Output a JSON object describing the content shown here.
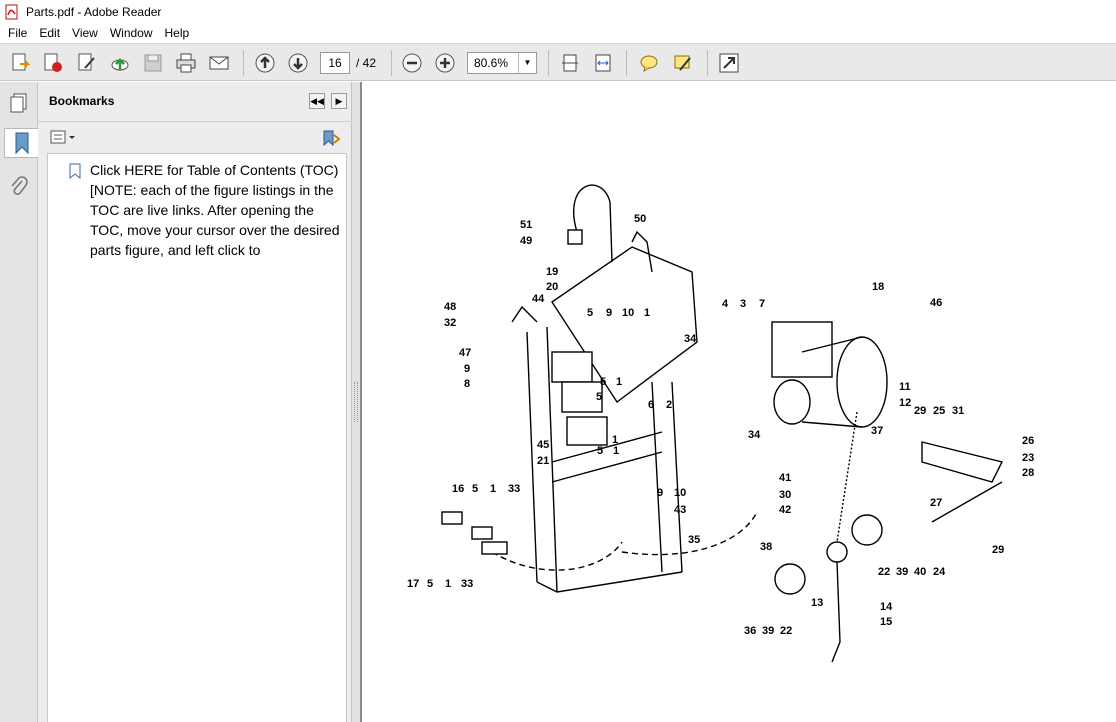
{
  "window": {
    "title": "Parts.pdf - Adobe Reader"
  },
  "menu": [
    "File",
    "Edit",
    "View",
    "Window",
    "Help"
  ],
  "toolbar": {
    "current_page": "16",
    "total_pages": "/ 42",
    "zoom": "80.6%"
  },
  "bookmarks": {
    "title": "Bookmarks",
    "items": [
      {
        "label": "Click HERE for Table of Contents (TOC) [NOTE: each of the figure listings in the TOC are live links. After opening the TOC, move your cursor over the desired parts figure, and left click to"
      }
    ]
  },
  "diagram": {
    "callouts": [
      "51",
      "50",
      "49",
      "19",
      "20",
      "18",
      "46",
      "48",
      "32",
      "44",
      "5",
      "9",
      "10",
      "1",
      "4",
      "3",
      "7",
      "34",
      "47",
      "9",
      "8",
      "5",
      "1",
      "6",
      "2",
      "11",
      "12",
      "37",
      "29",
      "25",
      "31",
      "26",
      "23",
      "28",
      "45",
      "5",
      "1",
      "34",
      "21",
      "41",
      "30",
      "42",
      "27",
      "16",
      "5",
      "1",
      "33",
      "9",
      "10",
      "43",
      "35",
      "38",
      "13",
      "22",
      "39",
      "40",
      "24",
      "29",
      "17",
      "5",
      "1",
      "33",
      "36",
      "39",
      "22",
      "14",
      "15",
      "1",
      "5"
    ]
  }
}
